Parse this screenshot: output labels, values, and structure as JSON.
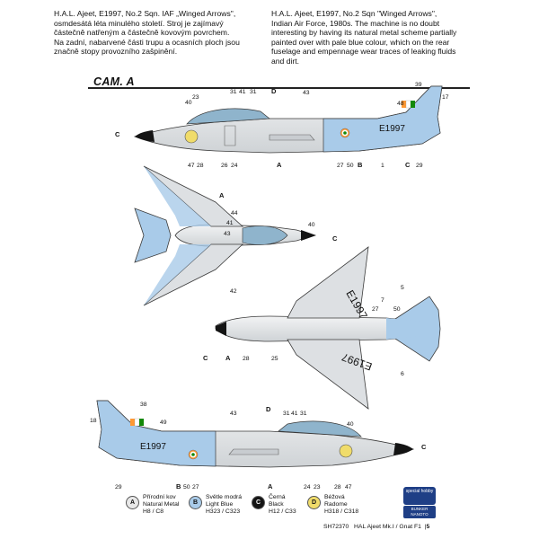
{
  "description_cz": [
    "H.A.L. Ajeet, E1997, No.2 Sqn. IAF „Winged Arrows\",",
    "osmdesátá léta minulého století. Stroj je zajímavý",
    "částečně natřeným a částečně kovovým povrchem.",
    "Na zadní, nabarvené části trupu a ocasních ploch jsou",
    "značně stopy provozního zašpinění."
  ],
  "description_en": [
    "H.A.L. Ajeet, E1997, No.2 Sqn \"Winged Arrows\",",
    "Indian Air Force, 1980s. The machine is no doubt",
    "interesting by having its natural metal scheme partially",
    "painted over with pale blue colour, which on the rear",
    "fuselage and empennage wear traces of leaking fluids",
    "and dirt."
  ],
  "section_label": "CAM. A",
  "serial": "E1997",
  "colors": {
    "metal": "#e4e6e8",
    "blue": "#a9cbe9",
    "black": "#141414",
    "yellow": "#f0dc6a",
    "outline": "#3a3a3a"
  },
  "legend": [
    {
      "letter": "A",
      "cz": "Přírodní kov",
      "en": "Natural Metal",
      "code": "H8 / C8",
      "color": "#e8e8e8",
      "text": "#111"
    },
    {
      "letter": "B",
      "cz": "Světle modrá",
      "en": "Light Blue",
      "code": "H323 / C323",
      "color": "#a9cbe9",
      "text": "#111"
    },
    {
      "letter": "C",
      "cz": "Černá",
      "en": "Black",
      "code": "H12 / C33",
      "color": "#141414",
      "text": "#ffffff"
    },
    {
      "letter": "D",
      "cz": "Béžová",
      "en": "Radome",
      "code": "H318 / C318",
      "color": "#f0dc6a",
      "text": "#111"
    }
  ],
  "brand": {
    "name": "special hobby",
    "partner": "BUNKER NANOTO"
  },
  "footer": {
    "code": "SH72370",
    "title": "HAL Ajeet Mk.I / Gnat F1",
    "page": "5"
  },
  "callouts_v1": [
    "40",
    "23",
    "31",
    "41",
    "31",
    "D",
    "43",
    "39",
    "17",
    "48",
    "C",
    "47",
    "28",
    "26",
    "24",
    "A",
    "27",
    "50",
    "B",
    "1",
    "C",
    "29"
  ],
  "callouts_v2": [
    "A",
    "44",
    "42",
    "41",
    "43",
    "40",
    "C"
  ],
  "callouts_v3": [
    "5",
    "7",
    "27",
    "50",
    "A",
    "28",
    "25",
    "C",
    "6"
  ],
  "callouts_v4": [
    "38",
    "18",
    "49",
    "43",
    "D",
    "31",
    "41",
    "31",
    "40",
    "29",
    "B",
    "50",
    "27",
    "A",
    "24",
    "23",
    "28",
    "C",
    "47"
  ]
}
